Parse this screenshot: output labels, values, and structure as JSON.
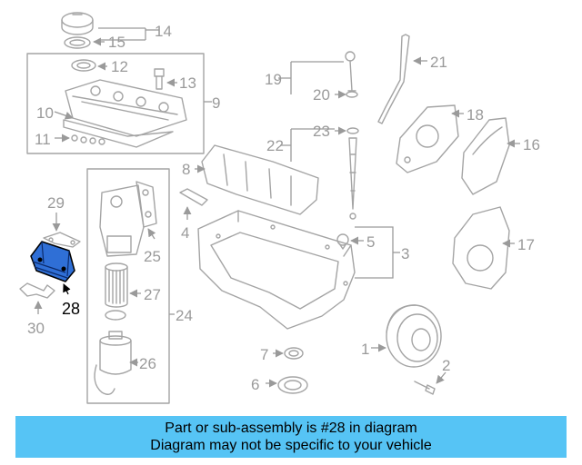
{
  "callouts": {
    "c1": "1",
    "c2": "2",
    "c3": "3",
    "c4": "4",
    "c5": "5",
    "c6": "6",
    "c7": "7",
    "c8": "8",
    "c9": "9",
    "c10": "10",
    "c11": "11",
    "c12": "12",
    "c13": "13",
    "c14": "14",
    "c15": "15",
    "c16": "16",
    "c17": "17",
    "c18": "18",
    "c19": "19",
    "c20": "20",
    "c21": "21",
    "c22": "22",
    "c23": "23",
    "c24": "24",
    "c25": "25",
    "c26": "26",
    "c27": "27",
    "c28": "28",
    "c29": "29",
    "c30": "30"
  },
  "highlight": {
    "part_number": "28",
    "color": "#2f6fd6"
  },
  "banner": {
    "line1": "Part or sub-assembly is #28 in diagram",
    "line2": "Diagram may not be specific to your vehicle",
    "color": "#56c4f5"
  }
}
